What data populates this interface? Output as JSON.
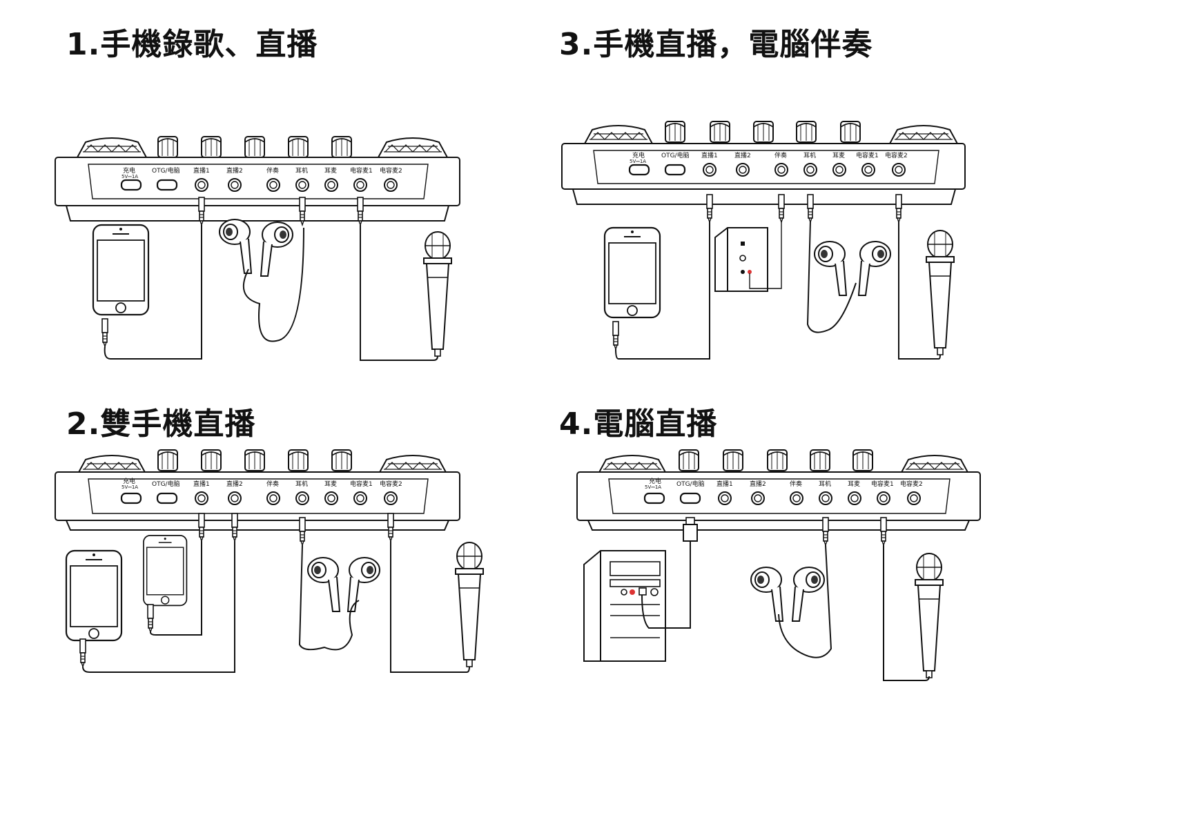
{
  "panels": [
    {
      "id": "p1",
      "title": "1.手機錄歌、直播"
    },
    {
      "id": "p2",
      "title": "2.雙手機直播"
    },
    {
      "id": "p3",
      "title": "3.手機直播，電腦伴奏"
    },
    {
      "id": "p4",
      "title": "4.電腦直播"
    }
  ],
  "device": {
    "port_labels": [
      "充电",
      "OTG/电脑",
      "直播1",
      "直播2",
      "伴奏",
      "耳机",
      "耳麦",
      "电容麦1",
      "电容麦2"
    ],
    "charge_spec": "5V⎓1A"
  },
  "icons": [
    "sound-card",
    "smartphone-icon",
    "earphones-icon",
    "microphone-icon",
    "speaker-icon",
    "pc-tower-icon",
    "audio-plug-icon"
  ]
}
